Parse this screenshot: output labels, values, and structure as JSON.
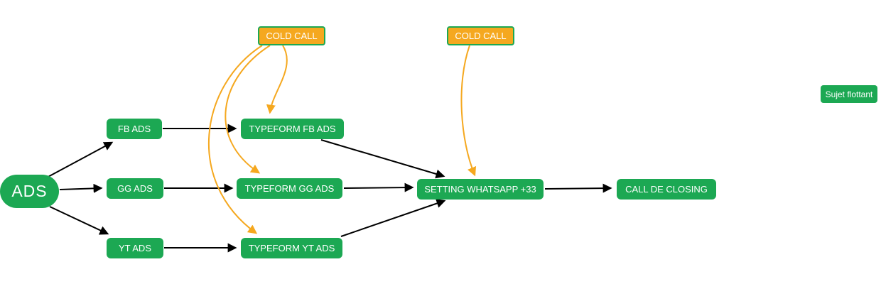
{
  "palette": {
    "node_green": "#1CA853",
    "highlight_orange": "#F5A81F",
    "edge_black": "#000000",
    "edge_orange": "#F5A81F",
    "label_white": "#FFFFFF",
    "canvas_background": "#FFFFFF"
  },
  "nodes": [
    {
      "id": "ads",
      "label": "ADS",
      "shape": "stadium",
      "fill": "#1CA853"
    },
    {
      "id": "fb-ads",
      "label": "FB ADS",
      "shape": "rect",
      "fill": "#1CA853"
    },
    {
      "id": "gg-ads",
      "label": "GG ADS",
      "shape": "rect",
      "fill": "#1CA853"
    },
    {
      "id": "yt-ads",
      "label": "YT ADS",
      "shape": "rect",
      "fill": "#1CA853"
    },
    {
      "id": "typeform-fb-ads",
      "label": "TYPEFORM FB ADS",
      "shape": "rect",
      "fill": "#1CA853"
    },
    {
      "id": "typeform-gg-ads",
      "label": "TYPEFORM GG ADS",
      "shape": "rect",
      "fill": "#1CA853"
    },
    {
      "id": "typeform-yt-ads",
      "label": "TYPEFORM YT ADS",
      "shape": "rect",
      "fill": "#1CA853"
    },
    {
      "id": "setting-whatsapp",
      "label": "SETTING WHATSAPP +33",
      "shape": "rect",
      "fill": "#1CA853"
    },
    {
      "id": "call-de-closing",
      "label": "CALL DE CLOSING",
      "shape": "rect",
      "fill": "#1CA853"
    },
    {
      "id": "cold-call-1",
      "label": "COLD CALL",
      "shape": "rect-bordered",
      "fill": "#F5A81F"
    },
    {
      "id": "cold-call-2",
      "label": "COLD CALL",
      "shape": "rect-bordered",
      "fill": "#F5A81F"
    },
    {
      "id": "sujet-flottant",
      "label": "Sujet flottant",
      "shape": "rect",
      "fill": "#1CA853"
    }
  ],
  "edges": [
    {
      "from": "ads",
      "to": "fb-ads",
      "color": "#000000",
      "style": "straight"
    },
    {
      "from": "ads",
      "to": "gg-ads",
      "color": "#000000",
      "style": "straight"
    },
    {
      "from": "ads",
      "to": "yt-ads",
      "color": "#000000",
      "style": "straight"
    },
    {
      "from": "fb-ads",
      "to": "typeform-fb-ads",
      "color": "#000000",
      "style": "straight"
    },
    {
      "from": "gg-ads",
      "to": "typeform-gg-ads",
      "color": "#000000",
      "style": "straight"
    },
    {
      "from": "yt-ads",
      "to": "typeform-yt-ads",
      "color": "#000000",
      "style": "straight"
    },
    {
      "from": "typeform-fb-ads",
      "to": "setting-whatsapp",
      "color": "#000000",
      "style": "straight"
    },
    {
      "from": "typeform-gg-ads",
      "to": "setting-whatsapp",
      "color": "#000000",
      "style": "straight"
    },
    {
      "from": "typeform-yt-ads",
      "to": "setting-whatsapp",
      "color": "#000000",
      "style": "straight"
    },
    {
      "from": "setting-whatsapp",
      "to": "call-de-closing",
      "color": "#000000",
      "style": "straight"
    },
    {
      "from": "cold-call-1",
      "to": "typeform-fb-ads",
      "color": "#F5A81F",
      "style": "curve"
    },
    {
      "from": "cold-call-1",
      "to": "typeform-gg-ads",
      "color": "#F5A81F",
      "style": "curve"
    },
    {
      "from": "cold-call-1",
      "to": "typeform-yt-ads",
      "color": "#F5A81F",
      "style": "curve"
    },
    {
      "from": "cold-call-2",
      "to": "setting-whatsapp",
      "color": "#F5A81F",
      "style": "curve"
    }
  ]
}
